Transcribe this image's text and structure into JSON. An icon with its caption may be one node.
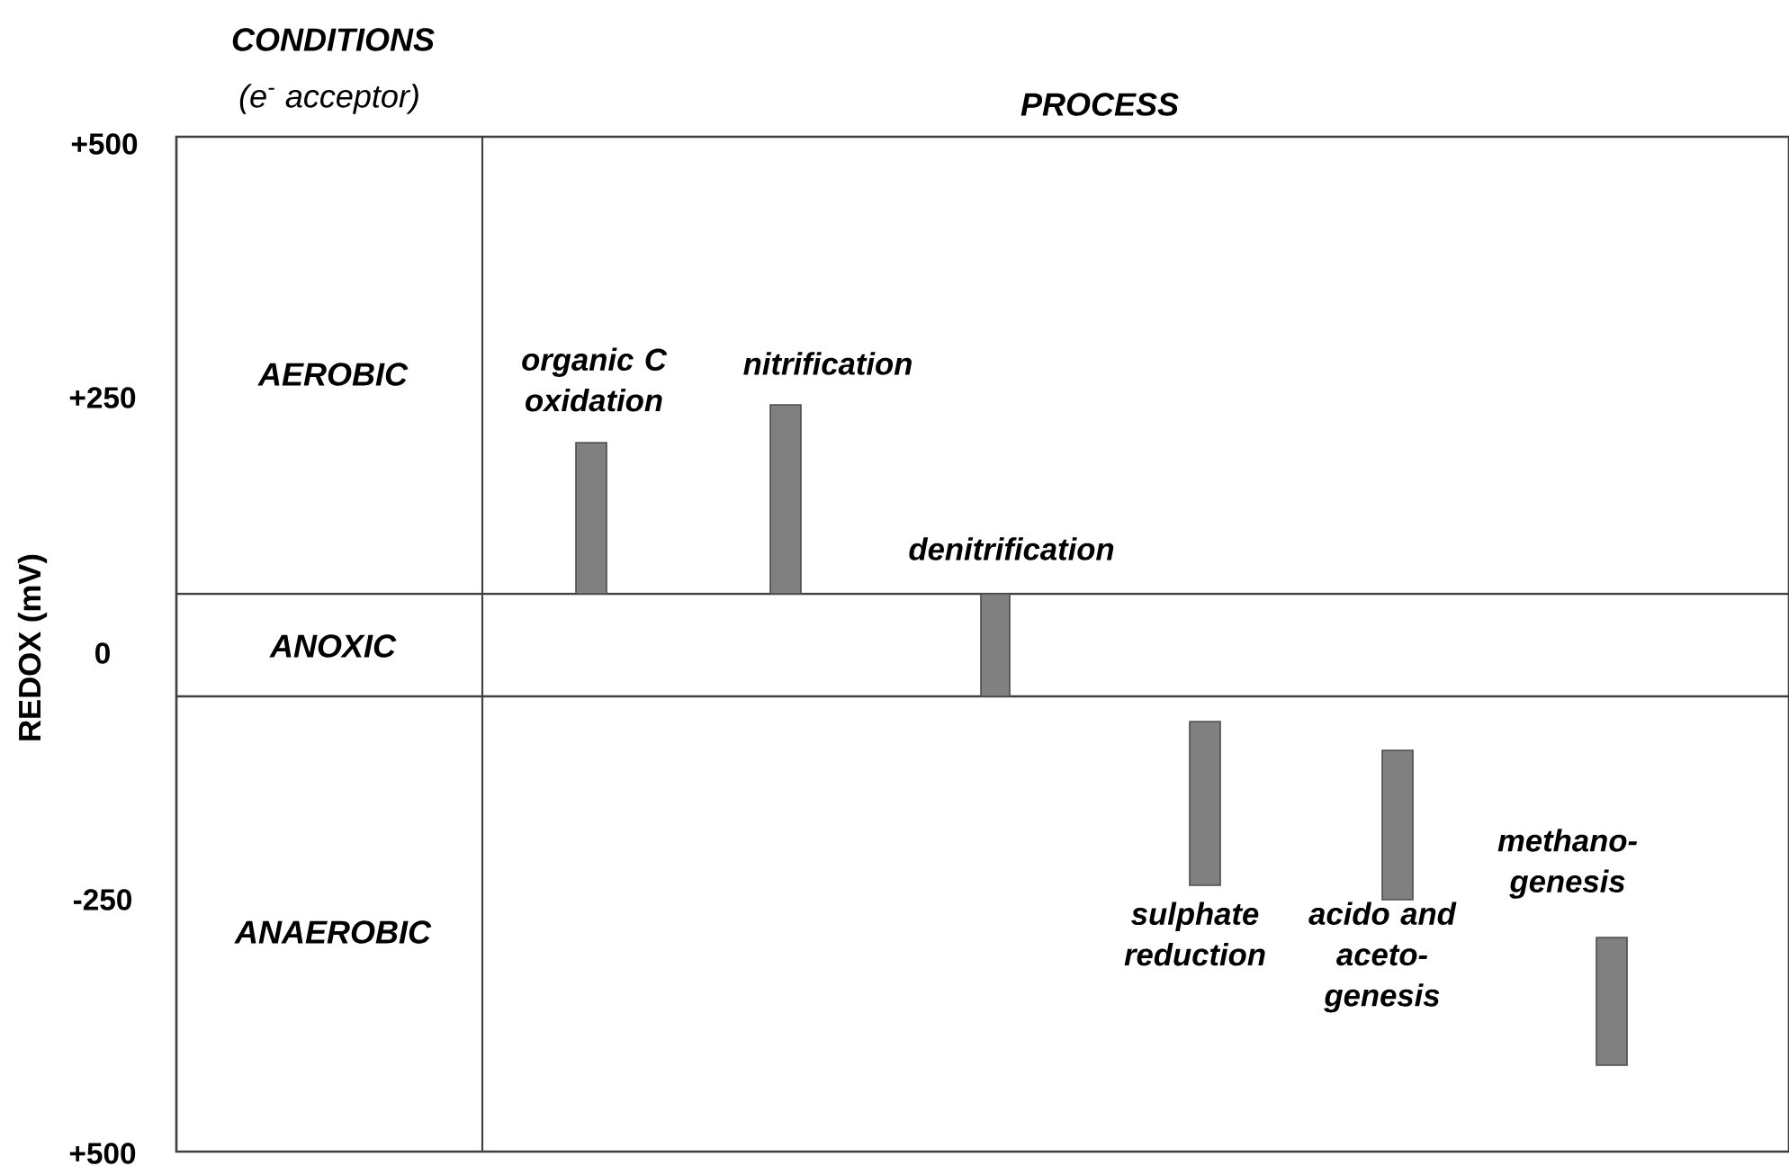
{
  "diagram": {
    "nodes": [
      {
        "text": [],
        "shape": "bar",
        "beside": [
          "organic C oxidation"
        ]
      },
      {
        "text": [],
        "shape": "bar",
        "beside": [
          "nitrification"
        ]
      },
      {
        "text": [],
        "shape": "bar",
        "beside": [
          "denitrification"
        ]
      },
      {
        "text": [],
        "shape": "bar",
        "beside": [
          "sulphate reduction"
        ]
      },
      {
        "text": [],
        "shape": "bar",
        "beside": [
          "acido and aceto- genesis"
        ]
      },
      {
        "text": [],
        "shape": "bar",
        "beside": [
          "methano- genesis"
        ]
      }
    ],
    "labels": [
      "CONDITIONS",
      "(e$^{-}$ acceptor)",
      "+500",
      "PROCESS",
      "AEROBIC",
      "+250",
      "REDOX (mV)",
      "ANOXIC",
      "0",
      "-250",
      "ANAEROBIC",
      "+500"
    ]
  }
}
